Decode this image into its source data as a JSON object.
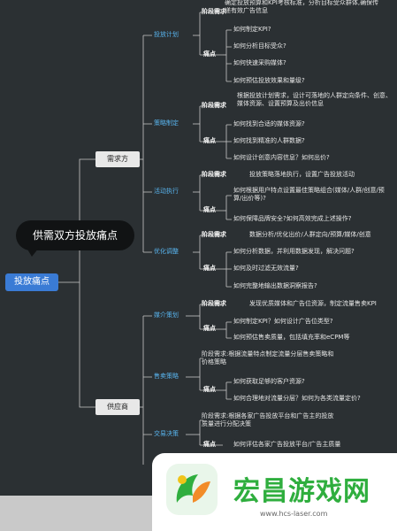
{
  "diagram": {
    "bubble_title": "供需双方投放痛点",
    "root_label": "投放痛点",
    "categories": {
      "demand": "需求方",
      "supply": "供应商"
    },
    "demand": {
      "plan": {
        "title": "投放计划",
        "need_label": "阶段需求",
        "need_text": "确定投放预算和KPI考核标准，分析目标受众群体,确保传递有效广告信息",
        "pain_label": "痛点",
        "pains": [
          "如何制定KPI?",
          "如何分析目标受众?",
          "如何快速采购媒体?",
          "如何预估投放效果和量级?"
        ]
      },
      "strategy": {
        "title": "策略制定",
        "need_label": "阶段需求",
        "need_text": "根据投放计划需求，设计可落地的人群定向条件、创意、媒体资源、设置预算及出价信息",
        "pain_label": "痛点",
        "pains": [
          "如何找到合适的媒体资源?",
          "如何找到精准的人群数据?",
          "如何设计创意内容信息？如何出价?"
        ]
      },
      "execute": {
        "title": "活动执行",
        "need_label": "阶段需求",
        "need_text": "投放策略落地执行，设置广告投放活动",
        "pain_label": "痛点",
        "pains": [
          "如何根据用户特点设置最佳策略组合(媒体/人群/创意/预算/出价等)?",
          "如何保障品牌安全?如何高效完成上述操作?"
        ]
      },
      "optimize": {
        "title": "优化调整",
        "need_label": "阶段需求",
        "need_text": "数据分析/优化出价/人群定向/预算/媒体/创意",
        "pain_label": "痛点",
        "pains": [
          "如何分析数据，并利用数据发现，解决问题?",
          "如何及时过滤无效流量?",
          "如何完整地输出数据洞察报告?"
        ]
      }
    },
    "supply": {
      "media": {
        "title": "媒介策划",
        "need_label": "阶段需求",
        "need_text": "发现优质媒体和广告位资源，制定流量售卖KPI",
        "pain_label": "痛点",
        "pains": [
          "如何制定KPI？如何设计广告位类型?",
          "如何预估售卖质量，包括填充率和eCPM等"
        ]
      },
      "sales": {
        "title": "售卖策略",
        "need_text": "阶段需求:根据流量特点制定流量分层售卖策略和价格策略",
        "pain_label": "痛点",
        "pains": [
          "如何获取足够的客户资源?",
          "如何合理地对流量分层？如何为各类流量定价?"
        ]
      },
      "trade": {
        "title": "交易决策",
        "need_text": "阶段需求:根据各家广告投放平台和广告主的投放质量进行分配决策",
        "pain_label": "痛点",
        "pains": [
          "如何评估各家广告投放平台/广告主质量"
        ]
      }
    }
  },
  "watermark": {
    "name": "宏昌游戏网",
    "url": "www.hcs-laser.com",
    "brand_color": "#2fae3e"
  },
  "colors": {
    "background": "#2b3033",
    "line": "#c8c8c8",
    "accent": "#58b4ee",
    "root": "#3a7bd5"
  }
}
